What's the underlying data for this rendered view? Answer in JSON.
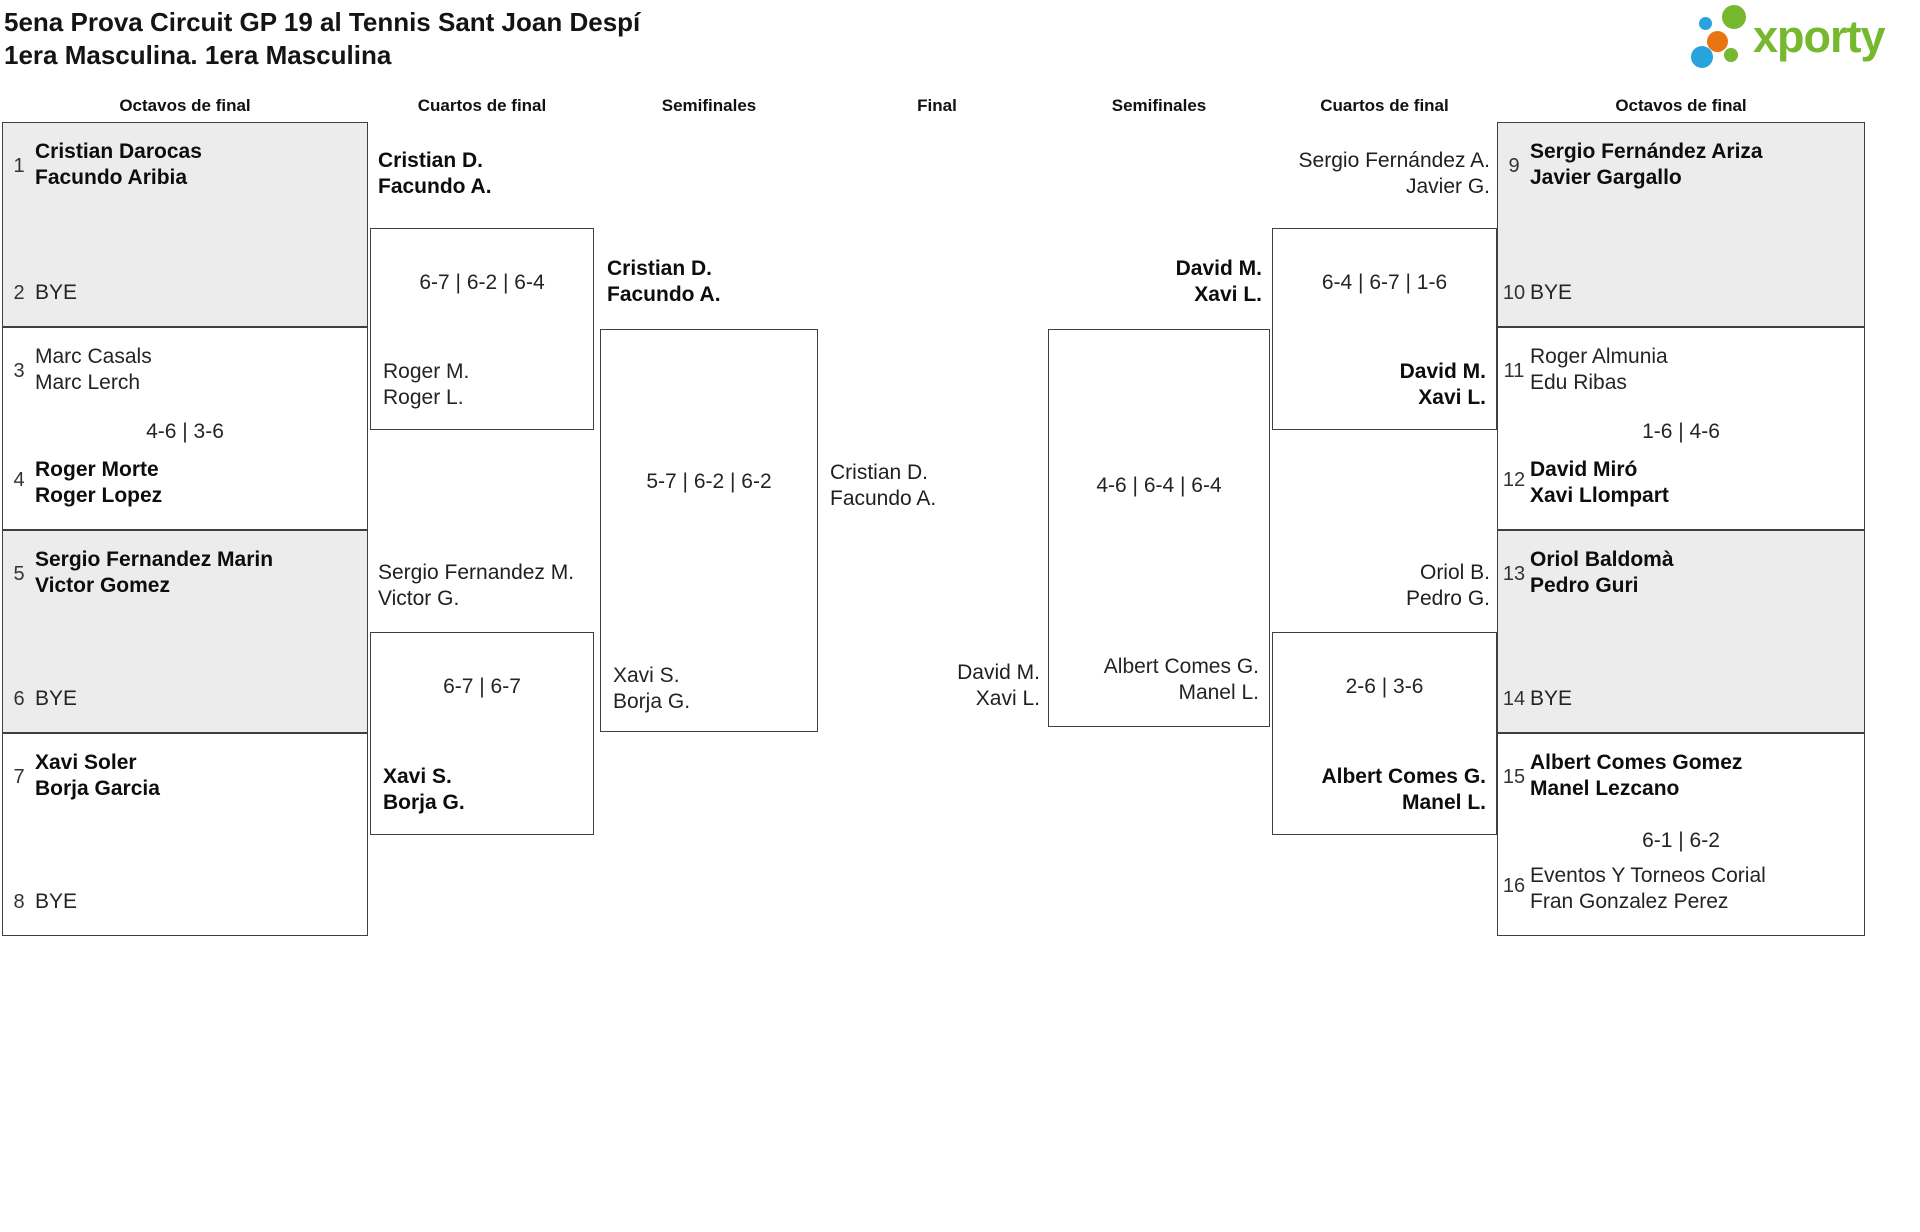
{
  "title": {
    "line1": "5ena Prova Circuit GP 19 al Tennis Sant Joan Despí",
    "line2": "1era Masculina. 1era Masculina"
  },
  "logo": {
    "text": "xporty"
  },
  "colors": {
    "logo_green": "#76b82e",
    "logo_blue": "#29a3dc",
    "logo_orange": "#e87511",
    "box_gray": "#ececec",
    "border": "#3f3f3f"
  },
  "columns": [
    "Octavos de final",
    "Cuartos de final",
    "Semifinales",
    "Final",
    "Semifinales",
    "Cuartos de final",
    "Octavos de final"
  ],
  "r16_left": [
    {
      "seed_top": "1",
      "top": [
        "Cristian Darocas",
        "Facundo Aribia"
      ],
      "seed_bottom": "2",
      "bottom": [
        "BYE"
      ]
    },
    {
      "seed_top": "3",
      "top": [
        "Marc Casals",
        "Marc Lerch"
      ],
      "score": "4-6 | 3-6",
      "seed_bottom": "4",
      "bottom": [
        "Roger Morte",
        "Roger Lopez"
      ]
    },
    {
      "seed_top": "5",
      "top": [
        "Sergio Fernandez Marin",
        "Victor Gomez"
      ],
      "seed_bottom": "6",
      "bottom": [
        "BYE"
      ]
    },
    {
      "seed_top": "7",
      "top": [
        "Xavi Soler",
        "Borja Garcia"
      ],
      "seed_bottom": "8",
      "bottom": [
        "BYE"
      ]
    }
  ],
  "qf_left": [
    {
      "above": [
        "Cristian D.",
        "Facundo A."
      ],
      "score": "6-7 | 6-2 | 6-4",
      "inside": [
        "Roger M.",
        "Roger L."
      ]
    },
    {
      "above": [
        "Sergio Fernandez M.",
        "Victor G."
      ],
      "score": "6-7 | 6-7",
      "inside": [
        "Xavi S.",
        "Borja G."
      ]
    }
  ],
  "sf_left": {
    "above": [
      "Cristian D.",
      "Facundo A."
    ],
    "score": "5-7 | 6-2 | 6-2",
    "inside": [
      "Xavi S.",
      "Borja G."
    ]
  },
  "final": {
    "top": [
      "Cristian D.",
      "Facundo A."
    ],
    "bottom": [
      "David M.",
      "Xavi L."
    ]
  },
  "sf_right": {
    "above": [
      "David M.",
      "Xavi L."
    ],
    "score": "4-6 | 6-4 | 6-4",
    "inside": [
      "Albert Comes G.",
      "Manel L."
    ]
  },
  "qf_right": [
    {
      "above": [
        "Sergio Fernández A.",
        "Javier G."
      ],
      "score": "6-4 | 6-7 | 1-6",
      "inside": [
        "David M.",
        "Xavi L."
      ]
    },
    {
      "above": [
        "Oriol B.",
        "Pedro G."
      ],
      "score": "2-6 | 3-6",
      "inside": [
        "Albert Comes G.",
        "Manel L."
      ]
    }
  ],
  "r16_right": [
    {
      "seed_top": "9",
      "top": [
        "Sergio Fernández Ariza",
        "Javier Gargallo"
      ],
      "seed_bottom": "10",
      "bottom": [
        "BYE"
      ]
    },
    {
      "seed_top": "11",
      "top": [
        "Roger Almunia",
        "Edu Ribas"
      ],
      "score": "1-6 | 4-6",
      "seed_bottom": "12",
      "bottom": [
        "David Miró",
        "Xavi Llompart"
      ]
    },
    {
      "seed_top": "13",
      "top": [
        "Oriol Baldomà",
        "Pedro Guri"
      ],
      "seed_bottom": "14",
      "bottom": [
        "BYE"
      ]
    },
    {
      "seed_top": "15",
      "top": [
        "Albert Comes Gomez",
        "Manel Lezcano"
      ],
      "score": "6-1 | 6-2",
      "seed_bottom": "16",
      "bottom": [
        "Eventos Y Torneos Corial",
        "Fran Gonzalez Perez"
      ]
    }
  ]
}
